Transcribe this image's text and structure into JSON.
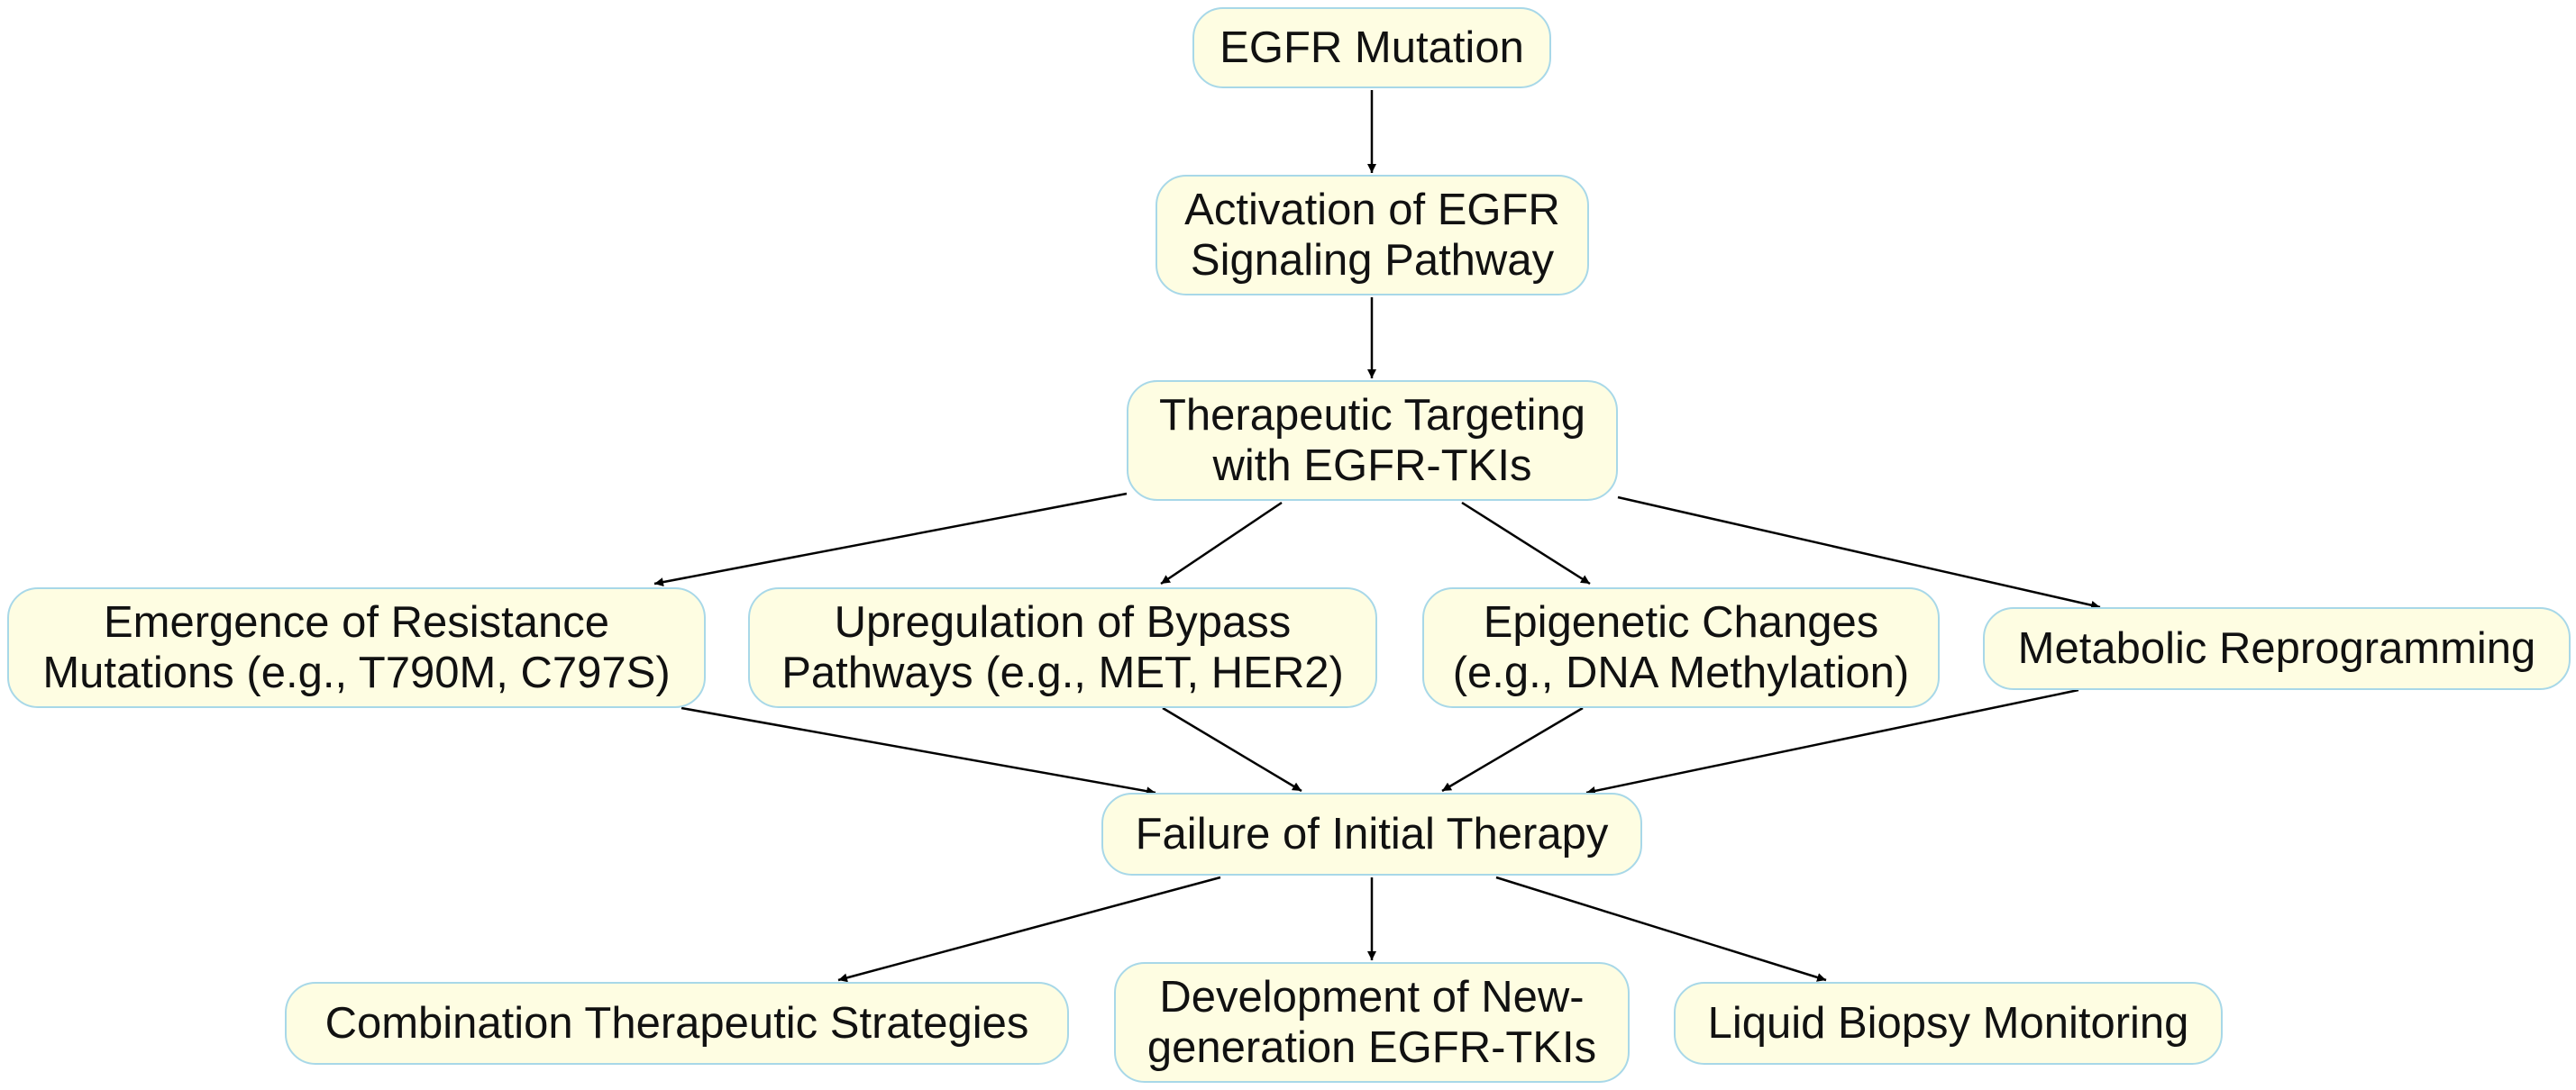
{
  "diagram": {
    "nodes": [
      {
        "id": "egfr",
        "label": "EGFR Mutation"
      },
      {
        "id": "activation",
        "label": "Activation of EGFR\nSignaling Pathway"
      },
      {
        "id": "targeting",
        "label": "Therapeutic Targeting\nwith EGFR-TKIs"
      },
      {
        "id": "resistance",
        "label": "Emergence of Resistance\nMutations (e.g., T790M, C797S)"
      },
      {
        "id": "bypass",
        "label": "Upregulation of Bypass\nPathways (e.g., MET, HER2)"
      },
      {
        "id": "epigenetic",
        "label": "Epigenetic Changes\n(e.g., DNA Methylation)"
      },
      {
        "id": "metabolic",
        "label": "Metabolic Reprogramming"
      },
      {
        "id": "failure",
        "label": "Failure of Initial Therapy"
      },
      {
        "id": "combination",
        "label": "Combination Therapeutic Strategies"
      },
      {
        "id": "newgen",
        "label": "Development of New-\ngeneration EGFR-TKIs"
      },
      {
        "id": "biopsy",
        "label": "Liquid Biopsy Monitoring"
      }
    ],
    "edges": [
      {
        "from": "egfr",
        "to": "activation"
      },
      {
        "from": "activation",
        "to": "targeting"
      },
      {
        "from": "targeting",
        "to": "resistance"
      },
      {
        "from": "targeting",
        "to": "bypass"
      },
      {
        "from": "targeting",
        "to": "epigenetic"
      },
      {
        "from": "targeting",
        "to": "metabolic"
      },
      {
        "from": "resistance",
        "to": "failure"
      },
      {
        "from": "bypass",
        "to": "failure"
      },
      {
        "from": "epigenetic",
        "to": "failure"
      },
      {
        "from": "metabolic",
        "to": "failure"
      },
      {
        "from": "failure",
        "to": "combination"
      },
      {
        "from": "failure",
        "to": "newgen"
      },
      {
        "from": "failure",
        "to": "biopsy"
      }
    ]
  }
}
